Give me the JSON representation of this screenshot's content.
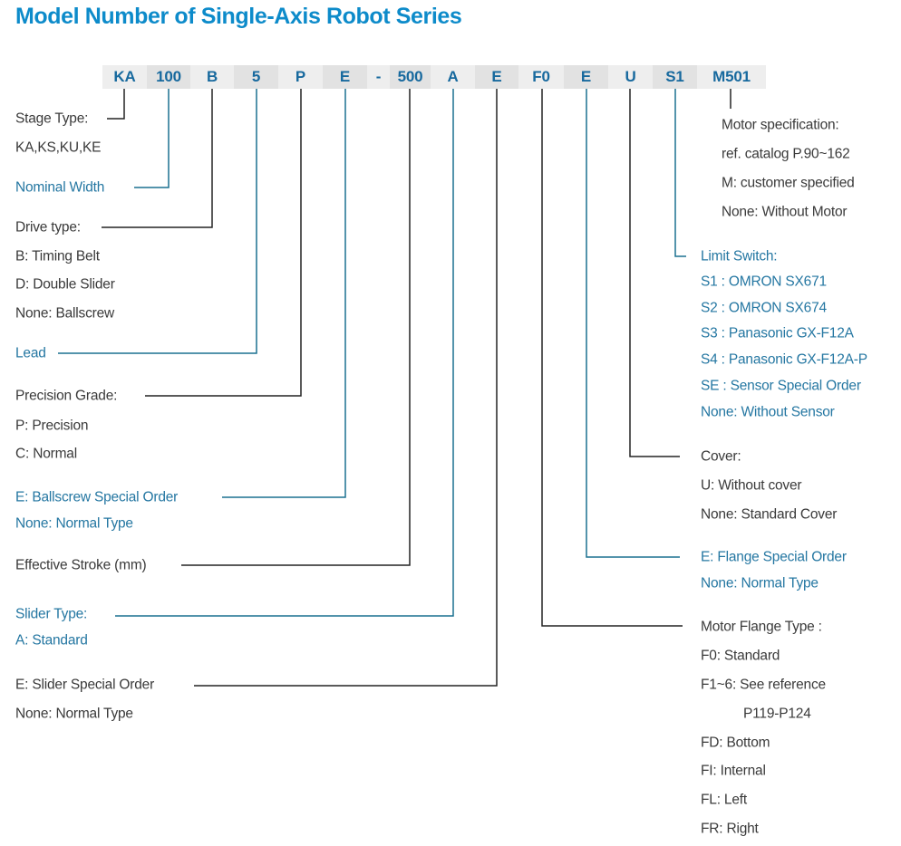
{
  "title": "Model Number of Single-Axis Robot Series",
  "colors": {
    "title_blue": "#0d8bca",
    "segment_text": "#17699e",
    "annotation_blue": "#2577a2",
    "annotation_dark": "#3a3a3a",
    "line_blue": "#1b7190",
    "line_dark": "#242424",
    "cell_light": "#eeeeee",
    "cell_dark": "#e2e2e2"
  },
  "model_bar": {
    "segments": [
      "KA",
      "100",
      "B",
      "5",
      "P",
      "E",
      "-",
      "500",
      "A",
      "E",
      "F0",
      "E",
      "U",
      "S1",
      "M501"
    ]
  },
  "left": {
    "stage_type": {
      "title": "Stage Type:",
      "values": "KA,KS,KU,KE"
    },
    "nominal_width": {
      "title": "Nominal Width"
    },
    "drive_type": {
      "title": "Drive type:",
      "options": [
        "B: Timing Belt",
        "D: Double Slider",
        "None: Ballscrew"
      ]
    },
    "lead": {
      "title": "Lead"
    },
    "precision_grade": {
      "title": "Precision Grade:",
      "options": [
        "P: Precision",
        "C: Normal"
      ]
    },
    "ballscrew": {
      "options": [
        "E: Ballscrew Special Order",
        "None: Normal Type"
      ]
    },
    "effective_stroke": {
      "title": "Effective Stroke (mm)"
    },
    "slider_type": {
      "title": "Slider Type:",
      "options": [
        "A: Standard"
      ]
    },
    "slider_special": {
      "options": [
        "E: Slider Special Order",
        "None: Normal Type"
      ]
    }
  },
  "right": {
    "motor_spec": {
      "title": "Motor specification:",
      "lines": [
        "ref. catalog P.90~162",
        "M: customer specified",
        "None: Without Motor"
      ]
    },
    "limit_switch": {
      "title": "Limit Switch:",
      "options": [
        "S1 : OMRON SX671",
        "S2 : OMRON SX674",
        "S3 : Panasonic GX-F12A",
        "S4 : Panasonic GX-F12A-P",
        "SE : Sensor Special Order",
        "None: Without Sensor"
      ]
    },
    "cover": {
      "title": "Cover:",
      "options": [
        "U: Without cover",
        "None: Standard Cover"
      ]
    },
    "flange_special": {
      "options": [
        "E: Flange Special Order",
        "None: Normal Type"
      ]
    },
    "motor_flange": {
      "title": "Motor Flange Type :",
      "options": [
        "F0: Standard",
        "F1~6: See reference",
        "P119-P124",
        "FD: Bottom",
        "FI: Internal",
        "FL: Left",
        "FR: Right"
      ]
    }
  }
}
